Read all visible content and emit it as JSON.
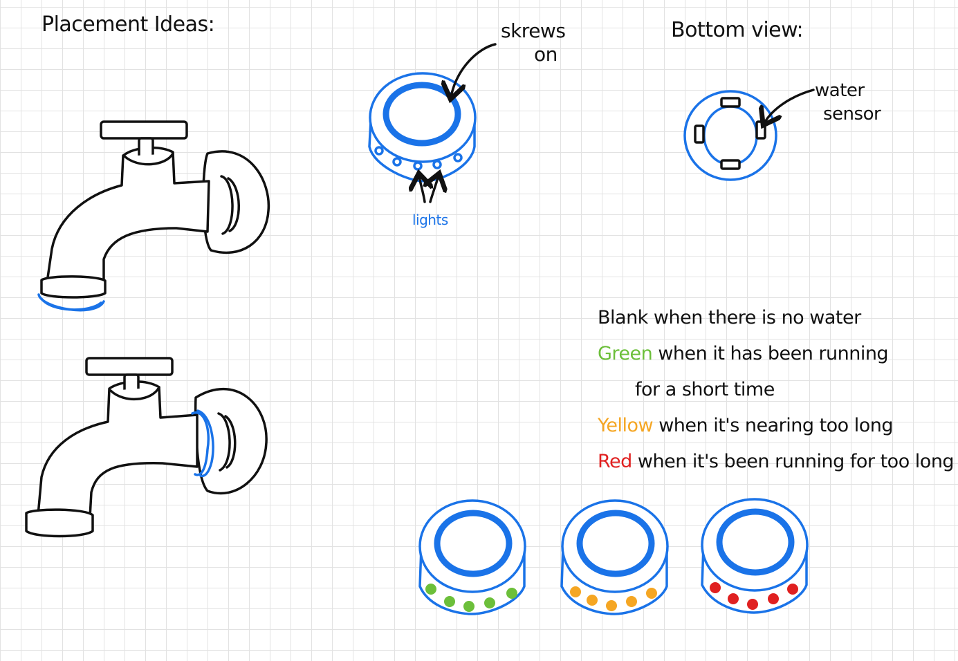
{
  "title": "Placement Ideas:",
  "callouts": {
    "screws_line1": "skrews",
    "screws_line2": "on",
    "lights": "lights",
    "bottom_view": "Bottom view:",
    "water_line1": "water",
    "water_line2": "sensor"
  },
  "legend": [
    {
      "color_word": "",
      "rest": "Blank when there is no water",
      "color": "#111111"
    },
    {
      "color_word": "Green",
      "rest": " when it has been running",
      "color": "#6cbf3a"
    },
    {
      "color_word": "",
      "rest": "for a short time",
      "color": "#111111"
    },
    {
      "color_word": "Yellow",
      "rest": " when it's nearing too long",
      "color": "#f5a623"
    },
    {
      "color_word": "Red",
      "rest": " when it's been running for too long",
      "color": "#e02020"
    }
  ],
  "colors": {
    "ink": "#111111",
    "device_blue": "#1a73e8",
    "green": "#6cbf3a",
    "yellow": "#f5a623",
    "red": "#e02020"
  },
  "device_states": [
    {
      "state": "green",
      "color": "#6cbf3a"
    },
    {
      "state": "yellow",
      "color": "#f5a623"
    },
    {
      "state": "red",
      "color": "#e02020"
    }
  ]
}
